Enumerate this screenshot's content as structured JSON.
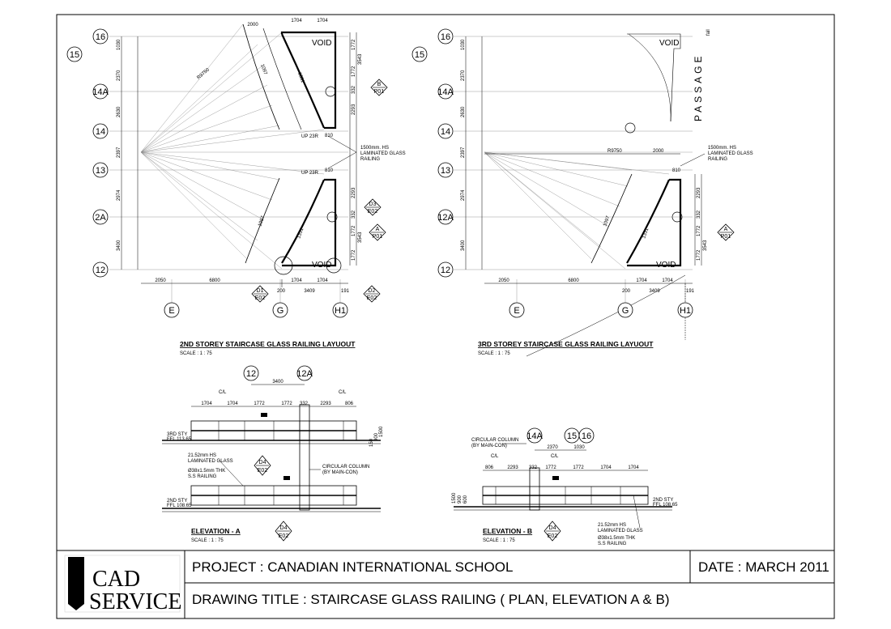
{
  "title_block": {
    "project": "PROJECT : CANADIAN INTERNATIONAL SCHOOL",
    "date": "DATE : MARCH 2011",
    "drawing_title": "DRAWING TITLE :   STAIRCASE GLASS RAILING ( PLAN, ELEVATION A & B)",
    "logo_letter": "S",
    "logo_line1": "CAD",
    "logo_line2": "SERVICE"
  },
  "plan2": {
    "title": "2ND STOREY STAIRCASE GLASS RAILING LAYUOUT",
    "scale": "SCALE : 1 : 75",
    "grid_rows": [
      "16",
      "15",
      "14A",
      "14",
      "13",
      "2A",
      "12"
    ],
    "grid_cols": [
      "E",
      "G",
      "H1"
    ],
    "row_dims": [
      "1030",
      "2370",
      "2630",
      "2397",
      "2974",
      "3400"
    ],
    "bottom_dims": [
      "2050",
      "6800",
      "200",
      "1704",
      "1704",
      "3409",
      "191"
    ],
    "top_dims": [
      "1704",
      "1704",
      "2000"
    ],
    "right_dims": [
      "1772",
      "1772",
      "332",
      "2293",
      "3543",
      "810",
      "810",
      "2293",
      "332",
      "1772",
      "1772",
      "3543"
    ],
    "radius": "R9750",
    "void": "VOID",
    "up1": "UP 23R",
    "up2": "UP 23R",
    "tread_a": "1097",
    "tread_b": "1331",
    "railing_note": [
      "1500mm. HS",
      "LAMINATED GLASS",
      "RAILING"
    ],
    "tags": [
      {
        "top": "B",
        "bot": "P01"
      },
      {
        "top": "D3",
        "bot": "E02"
      },
      {
        "top": "A",
        "bot": "P01"
      },
      {
        "top": "D1",
        "bot": "E02"
      },
      {
        "top": "D2",
        "bot": "E02"
      }
    ]
  },
  "plan3": {
    "title": "3RD STOREY STAIRCASE GLASS RAILING LAYUOUT",
    "scale": "SCALE : 1 : 75",
    "grid_rows": [
      "16",
      "15",
      "14A",
      "14",
      "13",
      "12A",
      "12"
    ],
    "grid_cols": [
      "E",
      "G",
      "H1"
    ],
    "row_dims": [
      "1030",
      "2370",
      "2630",
      "2397",
      "2974",
      "3400"
    ],
    "bottom_dims": [
      "2050",
      "6800",
      "200",
      "1704",
      "1704",
      "3409",
      "191"
    ],
    "top_dims": [
      "R9750",
      "2000",
      "810"
    ],
    "right_dims": [
      "2293",
      "332",
      "1772",
      "3543",
      "1772"
    ],
    "void_top": "VOID",
    "void_bottom": "VOID",
    "passage": "PASSAGE",
    "fall": "fall",
    "railing_note": [
      "1500mm. HS",
      "LAMINATED GLASS",
      "RAILING"
    ],
    "tread_a": "1097",
    "tread_b": "1331",
    "tags": [
      {
        "top": "A",
        "bot": "P01"
      }
    ]
  },
  "elev_a": {
    "title": "ELEVATION - A",
    "scale": "SCALE : 1 : 75",
    "grids": [
      "12",
      "12A"
    ],
    "span": "3400",
    "cl": "C/L",
    "top_dims": [
      "1704",
      "1704",
      "1772",
      "1772",
      "332",
      "2293",
      "806"
    ],
    "sty3": [
      "3RD STY",
      "FFL 113.65"
    ],
    "sty2": [
      "2ND STY",
      "FFL 108.65"
    ],
    "glass_note": [
      "21.52mm HS",
      "LAMINATED GLASS"
    ],
    "rail_note": [
      "Ø38x1.5mm THK",
      "S.S RAILING"
    ],
    "column_note": [
      "CIRCULAR COLUMN",
      "(BY MAIN-CON)"
    ],
    "side_dims": [
      "150",
      "900",
      "1500"
    ],
    "tag_mid": {
      "top": "D4",
      "bot": "E02"
    },
    "tag_bot": {
      "top": "D4",
      "bot": "E02"
    }
  },
  "elev_b": {
    "title": "ELEVATION - B",
    "scale": "SCALE : 1 : 75",
    "grids": [
      "14A",
      "15",
      "16"
    ],
    "dims_grid": [
      "2370",
      "1030"
    ],
    "cl": "C/L",
    "top_dims": [
      "806",
      "2293",
      "332",
      "1772",
      "1772",
      "1704",
      "1704"
    ],
    "sty2": [
      "2ND STY",
      "FFL 108.65"
    ],
    "glass_note": [
      "21.52mm HS",
      "LAMINATED GLASS"
    ],
    "rail_note": [
      "Ø38x1.5mm THK",
      "S.S RAILING"
    ],
    "column_note": [
      "CIRCULAR COLUMN",
      "(BY MAIN-CON)"
    ],
    "side_dims": [
      "1500",
      "900",
      "600"
    ],
    "tag_bot": {
      "top": "D4",
      "bot": "E02"
    }
  }
}
